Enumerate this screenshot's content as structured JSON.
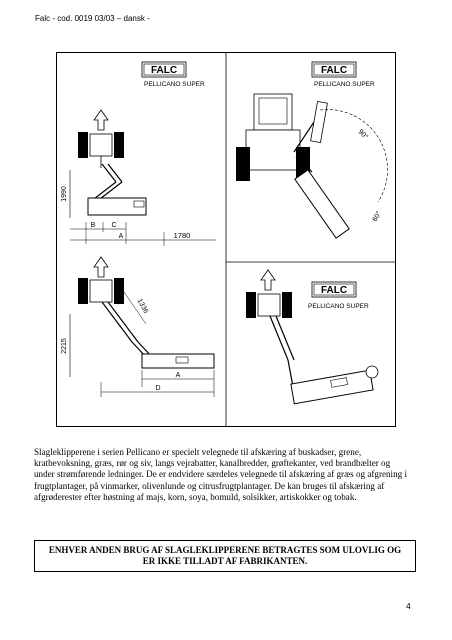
{
  "header": {
    "text": "Falc  - cod. 0019 03/03 – dansk -"
  },
  "figure": {
    "logo_text": "FALC",
    "model_label": "PELLICANO SUPER",
    "dimensions": {
      "height_1990": "1990",
      "width_1780": "1780",
      "height_2215": "2215",
      "arm_1336": "1336",
      "label_a": "A",
      "label_b": "B",
      "label_c": "C",
      "label_d": "D"
    },
    "angles": {
      "up": "90°",
      "down": "60°"
    }
  },
  "body": {
    "paragraph": "Slagleklipperene i serien Pellicano er specielt velegnede til afskæring af buskadser, grene, kratbevoksning, græs, rør og siv, langs vejrabatter, kanalbredder, grøftekanter, ved brandbælter og under strømførende ledninger.  De er endvidere særdeles velegnede til afskæring af græs og afgrening i frugtplantager, på vinmarker, olivenlunde og citrusfrugtplantager.  De kan bruges til afskæring af afgrøderester efter høstning af majs, korn, soya, bomuld, solsikker, artiskokker og tobak."
  },
  "warning": {
    "line1": "ENHVER ANDEN BRUG AF SLAGLEKLIPPERENE BETRAGTES SOM ULOVLIG OG",
    "line2": "ER IKKE TILLADT AF FABRIKANTEN."
  },
  "page_number": "4"
}
